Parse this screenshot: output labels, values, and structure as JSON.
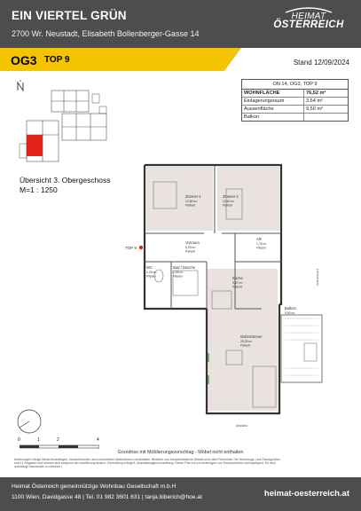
{
  "header": {
    "title": "EIN VIERTEL GRÜN",
    "address": "2700 Wr. Neustadt, Elisabeth Bollenberger-Gasse 14",
    "brand_line1": "HEIMAT",
    "brand_line2": "ÖSTERREICH"
  },
  "unit_bar": {
    "floor": "OG3",
    "top": "TOP 9",
    "stand": "Stand 12/09/2024"
  },
  "info_table": {
    "heading": "ON 14, OG3, TOP 9",
    "rows": [
      {
        "label": "WOHNFLÄCHE",
        "value": "76,52 m²"
      },
      {
        "label": "Einlagerungsraum",
        "value": "3,64 m²"
      },
      {
        "label": "Aussenfläche",
        "value": "9,50 m²"
      },
      {
        "label": "Balkon",
        "value": ""
      }
    ]
  },
  "overview": {
    "line1": "Übersicht 3. Obergeschoss",
    "line2": "M=1 : 1250"
  },
  "plan": {
    "entry_label": "TOP 9",
    "rooms": [
      {
        "name": "Zimmer 1",
        "area": "12,80 m²",
        "floor": "Parkett"
      },
      {
        "name": "Zimmer 2",
        "area": "11,60 m²",
        "floor": "Parkett"
      },
      {
        "name": "Vorraum",
        "area": "8,93 m²",
        "floor": "Parkett"
      },
      {
        "name": "AR",
        "area": "1,76 m²",
        "floor": "Fliesen"
      },
      {
        "name": "WC",
        "area": "2,25 m²",
        "floor": "Fliesen"
      },
      {
        "name": "Bad / Dusche",
        "area": "4,65 m²",
        "floor": "Fliesen"
      },
      {
        "name": "Küche",
        "area": "9,87 m²",
        "floor": "Parkett"
      },
      {
        "name": "Wohnzimmer",
        "area": "25,30 m²",
        "floor": "Parkett"
      },
      {
        "name": "Balkon",
        "area": "9,50 m²",
        "floor": ""
      }
    ],
    "outside_label": "Abstand",
    "side_label": "Lichtschacht"
  },
  "scale": {
    "labels": [
      "0",
      "1",
      "2",
      "4"
    ]
  },
  "caption": "Grundriss mit Möblierungsvorschlag - Möbel nicht enthalten",
  "disclaimer": "Änderungen infolge Behördenauflagen, bautechnischer und konstruktiver Maßnahmen vorbehalten. Bildliche und baupfahrtatsiche Details sind nicht Planinhalt. Die Wohnungs- und Raumgrößen und Lt. Angaben und können sich aufgrund der Ausführung ändern. Einrichtung erfolgt It. Ausstattungsbeschreibung. Dieser Plan ist zum Anfertigen von Einbaumöbeln nicht geeignet. Es sind unbedingt Naturmaße zu nehmen !",
  "footer": {
    "line1": "Heimat Österreich gemeinnützige Wohnbau Gesellschaft m.b.H",
    "line2": "1100 Wien, Davidgasse 48 | Tel. 01 982 3601 631 | tanja.biberich@hoe.at",
    "url": "heimat-oesterreich.at"
  },
  "colors": {
    "header_bg": "#4d4d4f",
    "accent_yellow": "#f5c400",
    "highlight_red": "#e2231a"
  }
}
